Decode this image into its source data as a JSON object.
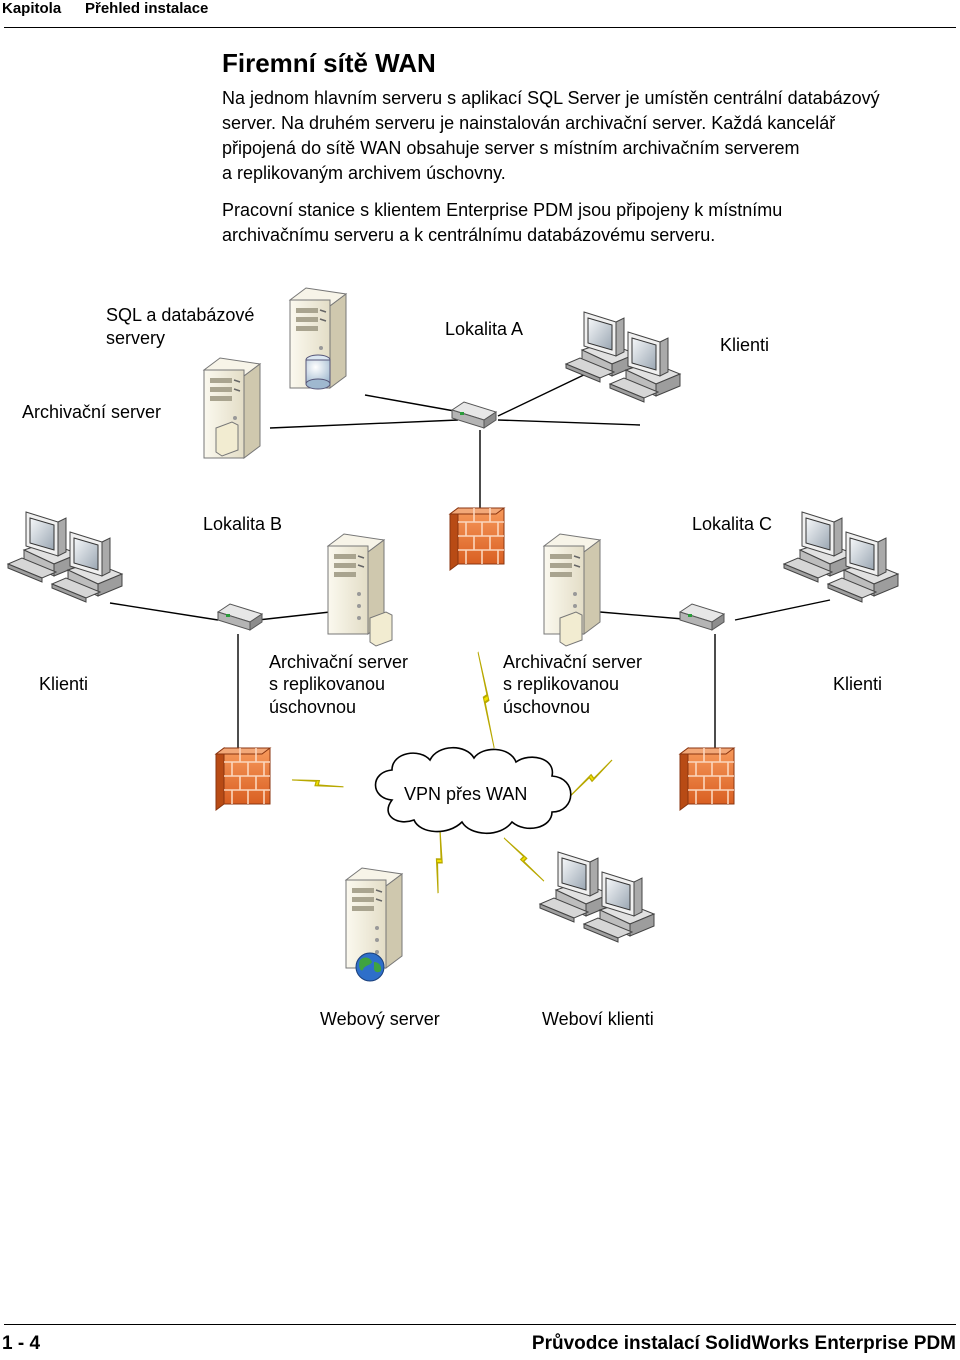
{
  "header": {
    "chapter": "Kapitola",
    "section": "Přehled instalace"
  },
  "title": "Firemní sítě WAN",
  "paragraphs": [
    [
      "Na jednom hlavním serveru s aplikací SQL Server je umístěn centrální databázový",
      "server. Na druhém serveru je nainstalován archivační server. Každá kancelář",
      "připojená do sítě WAN obsahuje server s místním archivačním serverem",
      "a replikovaným archivem úschovny."
    ],
    [
      "Pracovní stanice s klientem Enterprise PDM jsou připojeny k místnímu",
      "archivačnímu serveru a k centrálnímu databázovému serveru."
    ]
  ],
  "diagram_labels": {
    "sql_servers": [
      "SQL a databázové",
      "servery"
    ],
    "site_a": "Lokalita A",
    "clients_a": "Klienti",
    "archive_server": "Archivační server",
    "site_b": "Lokalita B",
    "site_c": "Lokalita C",
    "clients_b": "Klienti",
    "archive_replicated_b": [
      "Archivační server",
      "s replikovanou",
      "úschovnou"
    ],
    "archive_replicated_c": [
      "Archivační server",
      "s replikovanou",
      "úschovnou"
    ],
    "clients_c": "Klienti",
    "vpn": "VPN přes WAN",
    "web_server": "Webový server",
    "web_clients": "Weboví klienti"
  },
  "colors": {
    "firewall": "#e8743b",
    "bolt": "#f2e200",
    "server": "#ece8d8",
    "globe": "#2e6fc9"
  },
  "icons": [
    "server-icon",
    "database-icon",
    "workstation-icon",
    "switch-icon",
    "firewall-icon",
    "lightning-icon",
    "cloud-icon",
    "globe-icon"
  ],
  "footer": {
    "page": "1 - 4",
    "book": "Průvodce instalací SolidWorks Enterprise PDM"
  }
}
